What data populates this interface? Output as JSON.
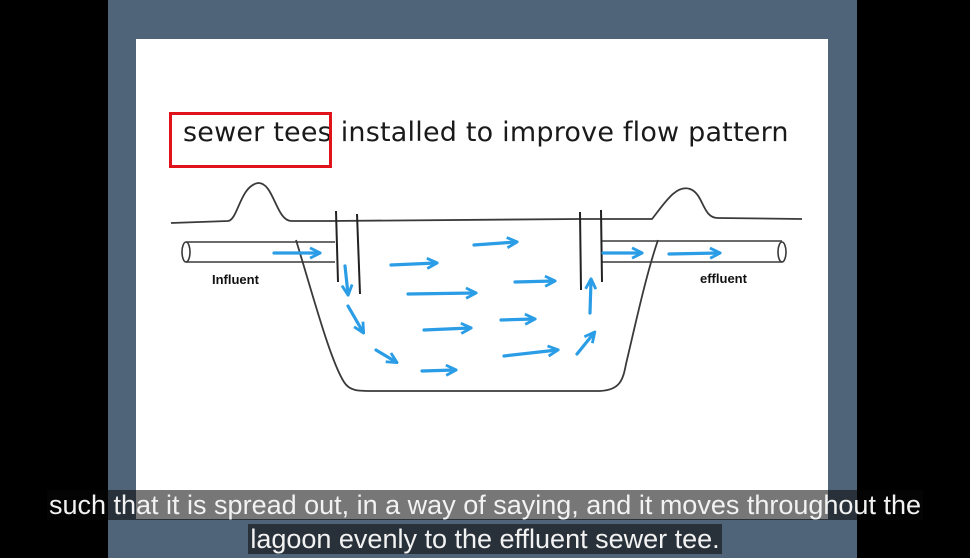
{
  "slide": {
    "title_highlight": "sewer tees",
    "title_rest": "installed to improve flow pattern",
    "influent_label": "Influent",
    "effluent_label": "effluent"
  },
  "colors": {
    "frame": "#506479",
    "highlight": "#e0131b",
    "arrow": "#2a9de6"
  },
  "caption": {
    "line1": "such that it is spread out, in a way of saying, and it moves throughout the",
    "line2": "lagoon evenly to the effluent sewer tee."
  }
}
